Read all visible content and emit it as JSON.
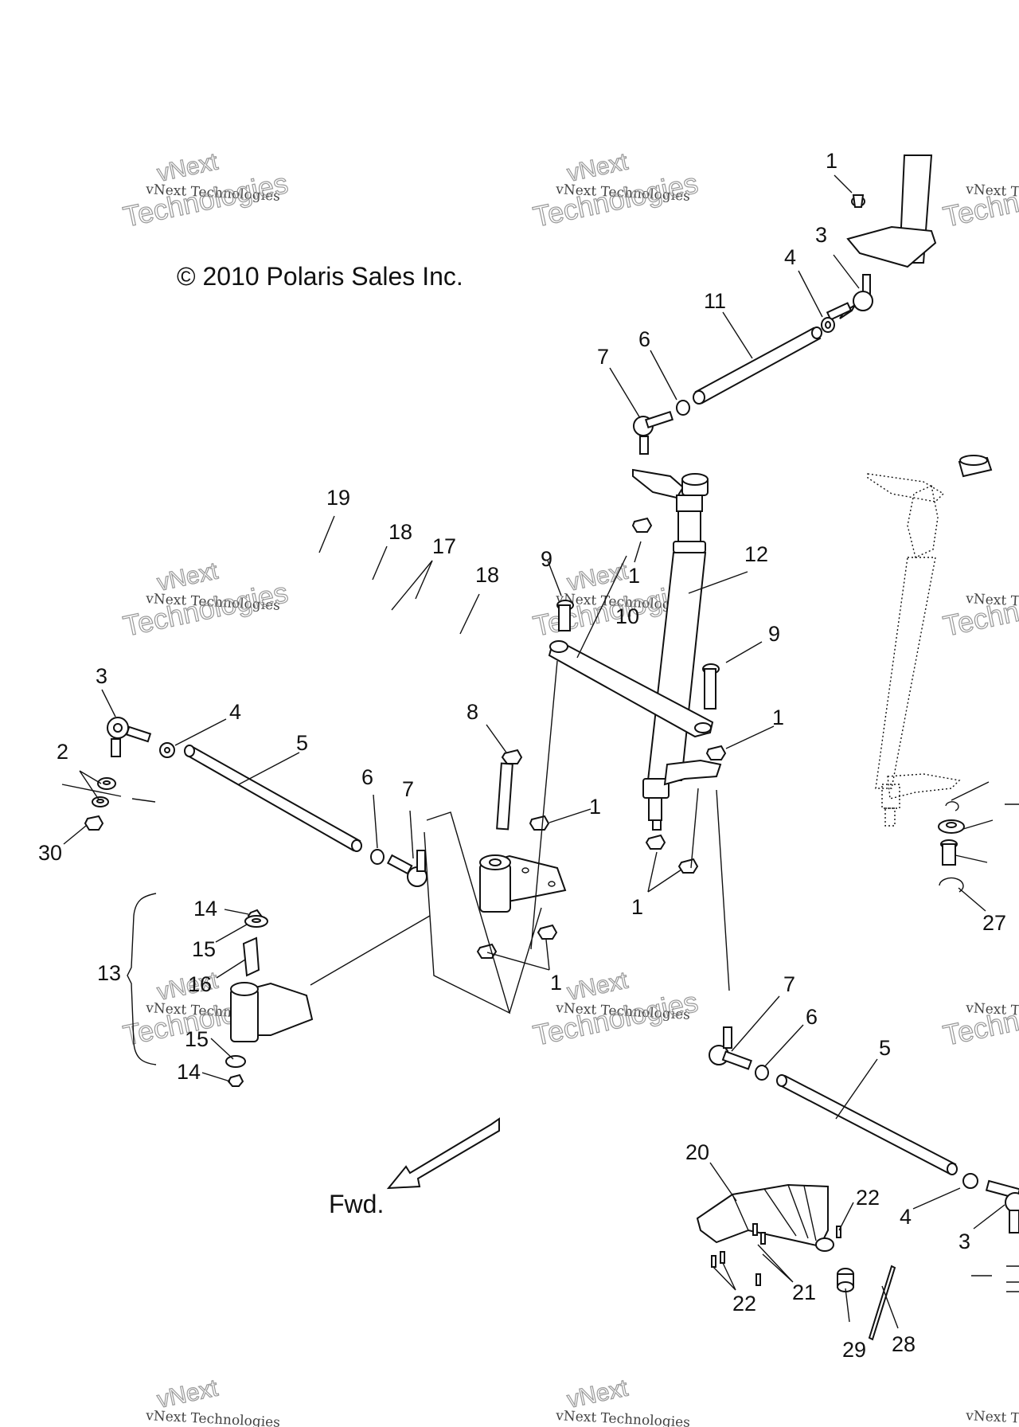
{
  "copyright": "© 2010 Polaris Sales Inc.",
  "watermark": {
    "line1": "vNext Technologies",
    "line2": "Technologies",
    "line0": "vNext"
  },
  "direction_label": "Fwd.",
  "callouts": [
    "1",
    "2",
    "3",
    "4",
    "5",
    "6",
    "7",
    "8",
    "9",
    "10",
    "11",
    "12",
    "13",
    "14",
    "15",
    "16",
    "17",
    "18",
    "19",
    "20",
    "21",
    "22",
    "27",
    "28",
    "29",
    "30"
  ]
}
